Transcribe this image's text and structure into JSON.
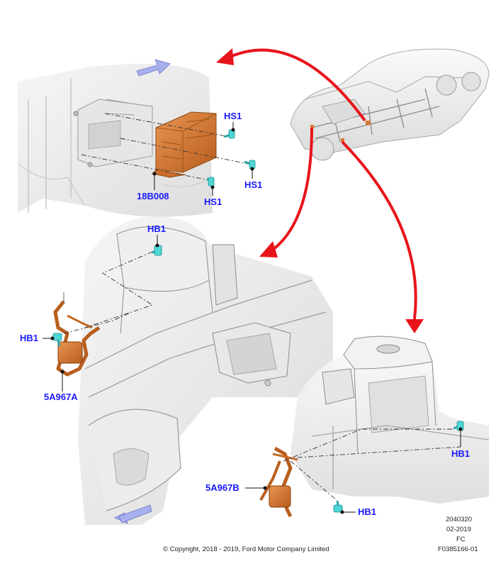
{
  "callouts": {
    "hs1_a": "HS1",
    "hs1_b": "HS1",
    "hs1_c": "HS1",
    "module": "18B008",
    "hb1_a": "HB1",
    "hb1_b": "HB1",
    "sensor_a": "5A967A",
    "hb1_c": "HB1",
    "sensor_b": "5A967B",
    "hb1_d": "HB1"
  },
  "footer": {
    "number": "2040320",
    "date": "02-2019",
    "code": "FC",
    "figure_id": "F0385166-01",
    "copyright": "© Copyright, 2018 - 2019, Ford Motor Company Limited"
  },
  "colors": {
    "callout_text": "#1a1aff",
    "arrow_red": "#e8141b",
    "part_orange": "#d9782e",
    "fastener_cyan": "#4fd6d6",
    "direction_arrow": "#9fa8e8",
    "panel_fill": "#e9e9e9",
    "panel_stroke": "#8c8c8c"
  },
  "icons": {
    "direction": "direction-arrow-icon",
    "fastener": "bolt-icon"
  }
}
